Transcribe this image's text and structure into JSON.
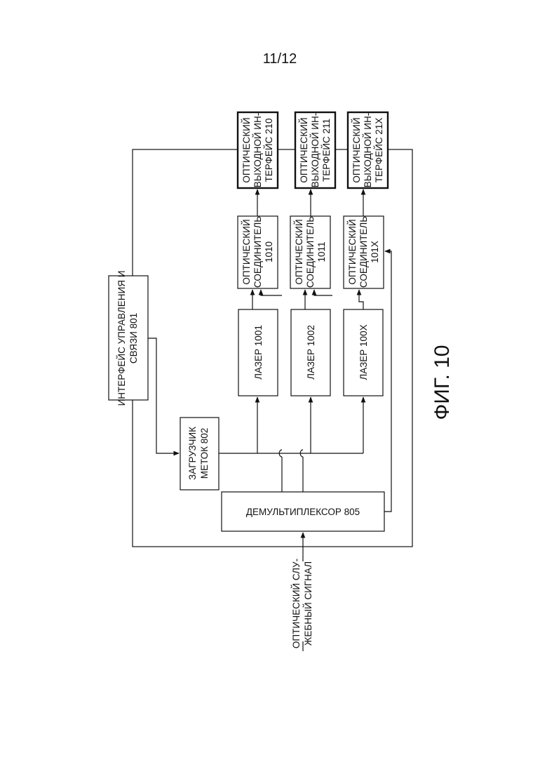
{
  "page_number": "11/12",
  "figure_label": "ФИГ. 10",
  "input_signal": {
    "line1": "ОПТИЧЕСКИЙ СЛУ-",
    "line2": "ЖЕБНЫЙ СИГНАЛ"
  },
  "control_interface": {
    "line1": "ИНТЕРФЕЙС УПРАВЛЕНИЯ И",
    "line2": "СВЯЗИ 801"
  },
  "label_loader": {
    "line1": "ЗАГРУЗЧИК",
    "line2": "МЕТОК 802"
  },
  "demultiplexer": "ДЕМУЛЬТИПЛЕКСОР 805",
  "lasers": [
    "ЛАЗЕР 1001",
    "ЛАЗЕР 1002",
    "ЛАЗЕР 100Х"
  ],
  "couplers": [
    {
      "line1": "ОПТИЧЕСКИЙ",
      "line2": "СОЕДИНИТЕЛЬ",
      "line3": "1010"
    },
    {
      "line1": "ОПТИЧЕСКИЙ",
      "line2": "СОЕДИНИТЕЛЬ",
      "line3": "1011"
    },
    {
      "line1": "ОПТИЧЕСКИЙ",
      "line2": "СОЕДИНИТЕЛЬ",
      "line3": "101Х"
    }
  ],
  "outputs": [
    {
      "line1": "ОПТИЧЕСКИЙ",
      "line2": "ВЫХОДНОЙ ИН-",
      "line3": "ТЕРФЕЙС 210"
    },
    {
      "line1": "ОПТИЧЕСКИЙ",
      "line2": "ВЫХОДНОЙ ИН-",
      "line3": "ТЕРФЕЙС 211"
    },
    {
      "line1": "ОПТИЧЕСКИЙ",
      "line2": "ВЫХОДНОЙ ИН-",
      "line3": "ТЕРФЕЙС 21Х"
    }
  ]
}
